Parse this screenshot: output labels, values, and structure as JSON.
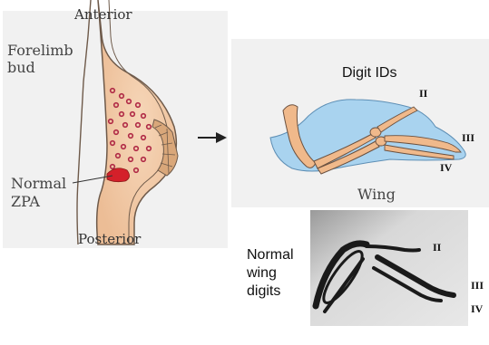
{
  "bud_panel": {
    "anterior_label": "Anterior",
    "forelimb_label_line1": "Forelimb",
    "forelimb_label_line2": "bud",
    "zpa_label_line1": "Normal",
    "zpa_label_line2": "ZPA",
    "posterior_label": "Posterior"
  },
  "wing_panel": {
    "title": "Digit IDs",
    "digit_labels": [
      "II",
      "III",
      "IV"
    ],
    "caption": "Wing"
  },
  "xray_panel": {
    "label_line1": "Normal",
    "label_line2": "wing",
    "label_line3": "digits",
    "digit_labels": [
      "II",
      "III",
      "IV"
    ]
  },
  "colors": {
    "panel_bg": "#f1f1f1",
    "bud_fill": "#f2c9a6",
    "bud_outline": "#6e5a4a",
    "dot_color": "#b02a46",
    "zpa_red": "#d4202a",
    "ridge_fill": "#d9a77a",
    "wing_blue": "#a9d3ef",
    "bone_fill": "#f0b98b",
    "bone_outline": "#6b5140",
    "xray_bg": "#cfcfcf"
  },
  "icons": {
    "arrow": "right-arrow-icon"
  }
}
